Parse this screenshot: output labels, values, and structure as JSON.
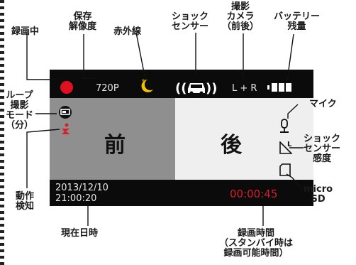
{
  "labels": {
    "recording": "録画中",
    "resolution": [
      "保存",
      "解像度"
    ],
    "infrared": "赤外線",
    "shock_sensor": [
      "ショック",
      "センサー"
    ],
    "camera": [
      "撮影",
      "カメラ",
      "（前後）"
    ],
    "battery": [
      "バッテリー",
      "残量"
    ],
    "loop": [
      "ループ",
      "撮影",
      "モード",
      "（分）"
    ],
    "mic": "マイク",
    "sensitivity": [
      "ショック",
      "センサー",
      "感度"
    ],
    "motion": [
      "動作",
      "検知"
    ],
    "micro_sd": [
      "micro",
      "SD"
    ],
    "datetime_label": "現在日時",
    "rec_time_label": [
      "録画時間",
      "（スタンバイ時は",
      "録画可能時間）"
    ]
  },
  "screen": {
    "resolution_value": "720P",
    "camera_value": "L + R",
    "front_label": "前",
    "rear_label": "後",
    "date": "2013/12/10",
    "time": "21:00:20",
    "rec_counter": "00:00:45",
    "sensitivity_mark": "L"
  },
  "colors": {
    "record": "#e01020",
    "moon": "#f2c200",
    "counter": "#d5202a"
  }
}
